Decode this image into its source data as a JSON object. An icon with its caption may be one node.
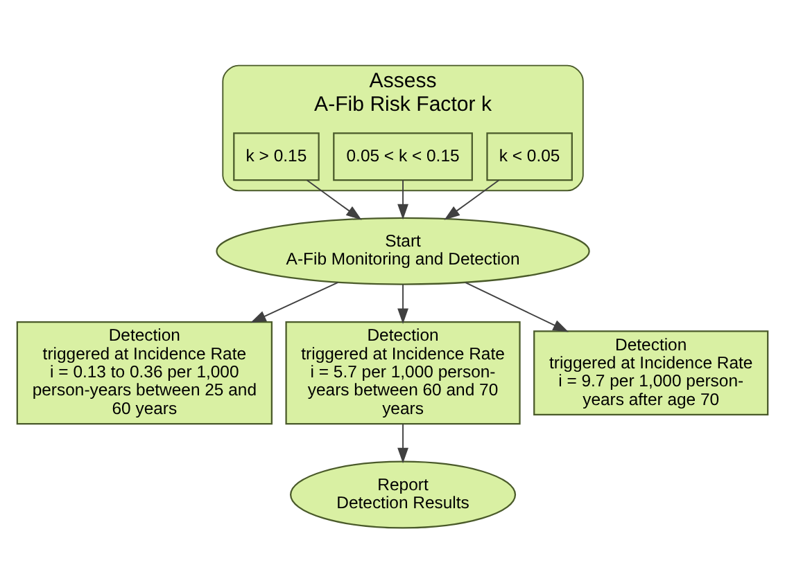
{
  "diagram": {
    "nodes": [
      {
        "text": [
          "Assess",
          "A-Fib Risk Factor k"
        ]
      },
      {
        "text": [
          "k < 0.05"
        ],
        "in": 0
      },
      {
        "text": [
          "0.05 < k < 0.15"
        ],
        "in": 0
      },
      {
        "text": [
          "k > 0.15"
        ],
        "in": 0
      },
      {
        "text": [
          "Start",
          "A-Fib Monitoring and Detection"
        ]
      },
      {
        "text": [
          "Detection",
          "triggered at Incidence Rate i = 0.13 to 0.36 per 1,000 person-years between 25 and 60 years"
        ]
      },
      {
        "text": [
          "Detection",
          "triggered at Incidence Rate i = 5.7 per 1,000 person-years between 60 and 70 years"
        ]
      },
      {
        "text": [
          "Detection",
          "triggered at Incidence Rate i = 9.7 per 1,000 person-years after age 70"
        ]
      },
      {
        "text": [
          "Report",
          "Detection Results"
        ]
      }
    ],
    "edges": [
      {
        "from": 1,
        "to": 4,
        "arrow": "to"
      },
      {
        "from": 2,
        "to": 4,
        "arrow": "to"
      },
      {
        "from": 3,
        "to": 4,
        "arrow": "to"
      },
      {
        "from": 4,
        "to": 5,
        "arrow": "to"
      },
      {
        "from": 4,
        "to": 6,
        "arrow": "to"
      },
      {
        "from": 4,
        "to": 7,
        "arrow": "to"
      },
      {
        "from": 6,
        "to": 8,
        "arrow": "to"
      }
    ]
  }
}
